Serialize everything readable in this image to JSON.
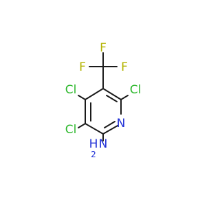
{
  "molecule": {
    "atoms": {
      "cl_top_left": "Cl",
      "cl_top_right": "Cl",
      "cl_left": "Cl",
      "ring_nitrogen": "N",
      "amino_n": "N",
      "amino_h": "H",
      "amino_h_count": "2",
      "fluorine_top": "F",
      "fluorine_left": "F",
      "fluorine_right": "F"
    },
    "colors": {
      "bond": "#1a1a1a",
      "chlorine": "#2eb82e",
      "nitrogen": "#1f2fd6",
      "fluorine": "#b3b300"
    }
  }
}
